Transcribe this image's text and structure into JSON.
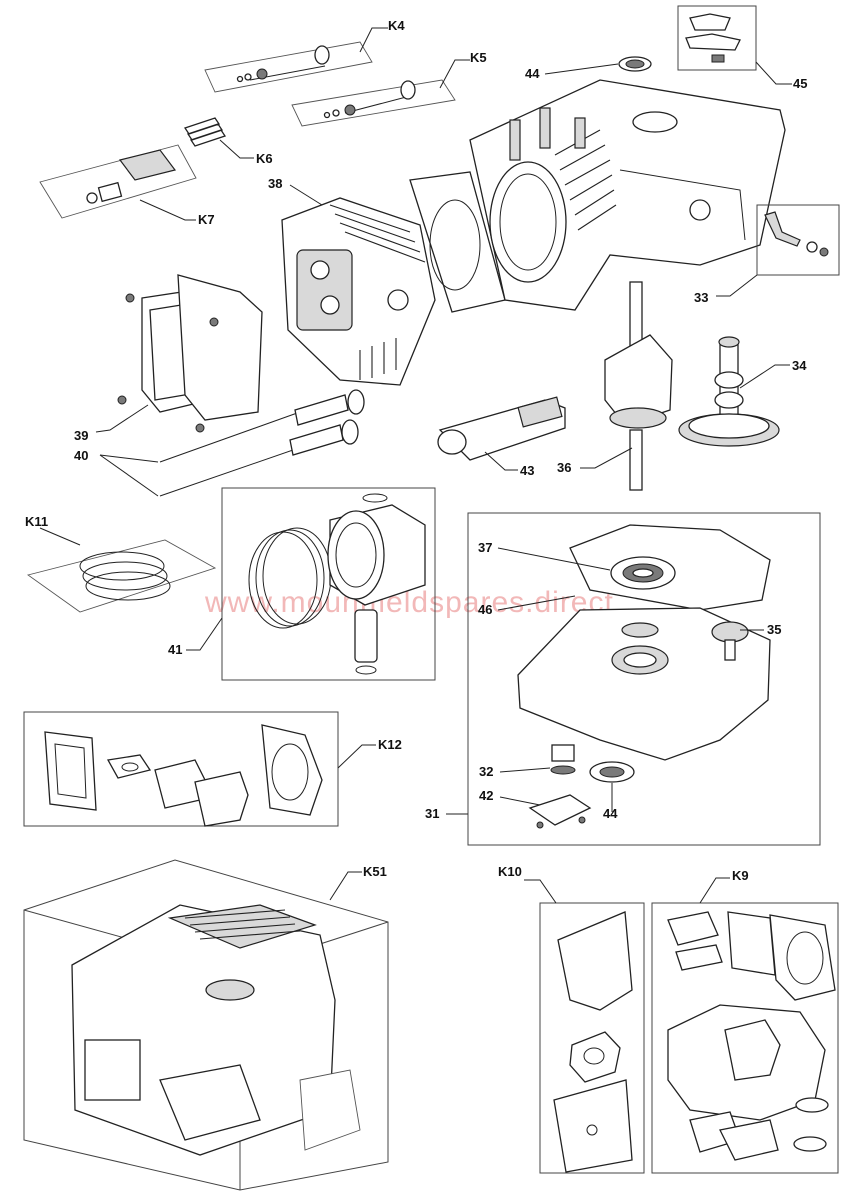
{
  "watermark": "www.mountfieldspares.direct",
  "callouts": {
    "K4": "K4",
    "K5": "K5",
    "K6": "K6",
    "K7": "K7",
    "p38": "38",
    "p39": "39",
    "p40": "40",
    "p44a": "44",
    "p45": "45",
    "p33": "33",
    "p34": "34",
    "p36": "36",
    "p43": "43",
    "K11": "K11",
    "p41": "41",
    "p37": "37",
    "p46": "46",
    "p35": "35",
    "p32": "32",
    "p42": "42",
    "p44b": "44",
    "p31": "31",
    "K12": "K12",
    "K51": "K51",
    "K10": "K10",
    "K9": "K9"
  }
}
